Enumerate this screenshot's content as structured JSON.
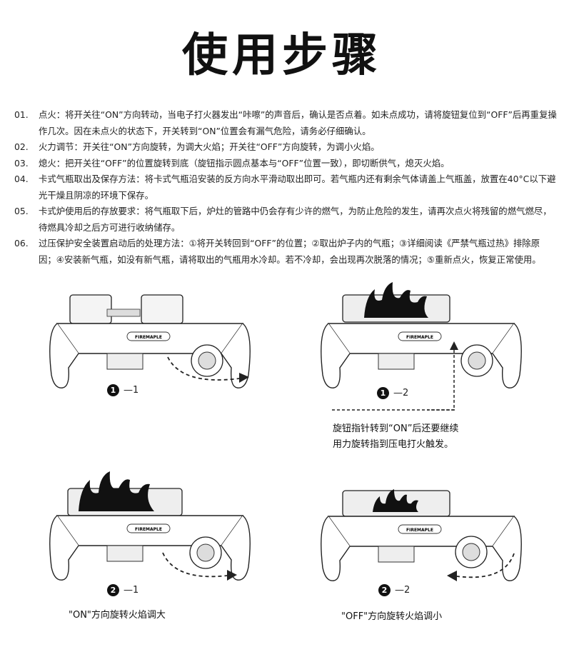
{
  "title": "使用步骤",
  "steps": [
    {
      "num": "01.",
      "text": "点火：将开关往“ON”方向转动，当电子打火器发出“咔嚓”的声音后，确认是否点着。如未点成功，请将旋钮复位到“OFF”后再重复操作几次。因在未点火的状态下，开关转到“ON”位置会有漏气危险，请务必仔细确认。"
    },
    {
      "num": "02.",
      "text": "火力调节：开关往“ON”方向旋转，为调大火焰；开关往“OFF”方向旋转，为调小火焰。"
    },
    {
      "num": "03.",
      "text": "熄火：把开关往“OFF”的位置旋转到底（旋钮指示圆点基本与“OFF”位置一致），即切断供气，熄灭火焰。"
    },
    {
      "num": "04.",
      "text": "卡式气瓶取出及保存方法：将卡式气瓶沿安装的反方向水平滑动取出即可。若气瓶内还有剩余气体请盖上气瓶盖，放置在40°C以下避光干燥且阴凉的环境下保存。"
    },
    {
      "num": "05.",
      "text": "卡式炉使用后的存放要求：将气瓶取下后，炉灶的管路中仍会存有少许的燃气，为防止危险的发生，请再次点火将残留的燃气燃尽，待燃具冷却之后方可进行收纳储存。"
    },
    {
      "num": "06.",
      "text": "过压保护安全装置启动后的处理方法：①将开关转回到“OFF”的位置；②取出炉子内的气瓶；③详细阅读《严禁气瓶过热》排除原因；④安装新气瓶，如没有新气瓶，请将取出的气瓶用水冷却。若不冷却，会出现再次脱落的情况；⑤重新点火，恢复正常使用。"
    }
  ],
  "figures": [
    {
      "badge": "1",
      "suffix": "—1",
      "brand": "FIREMAPLE"
    },
    {
      "badge": "1",
      "suffix": "—2",
      "brand": "FIREMAPLE"
    },
    {
      "badge": "2",
      "suffix": "—1",
      "brand": "FIREMAPLE"
    },
    {
      "badge": "2",
      "suffix": "—2",
      "brand": "FIREMAPLE"
    }
  ],
  "callout": {
    "line1": "旋钮指针转到“ON”后还要继续",
    "line2": "用力旋转指到压电打火触发。"
  },
  "captions": {
    "increase": "\"ON\"方向旋转火焰调大",
    "decrease": "\"OFF\"方向旋转火焰调小"
  }
}
